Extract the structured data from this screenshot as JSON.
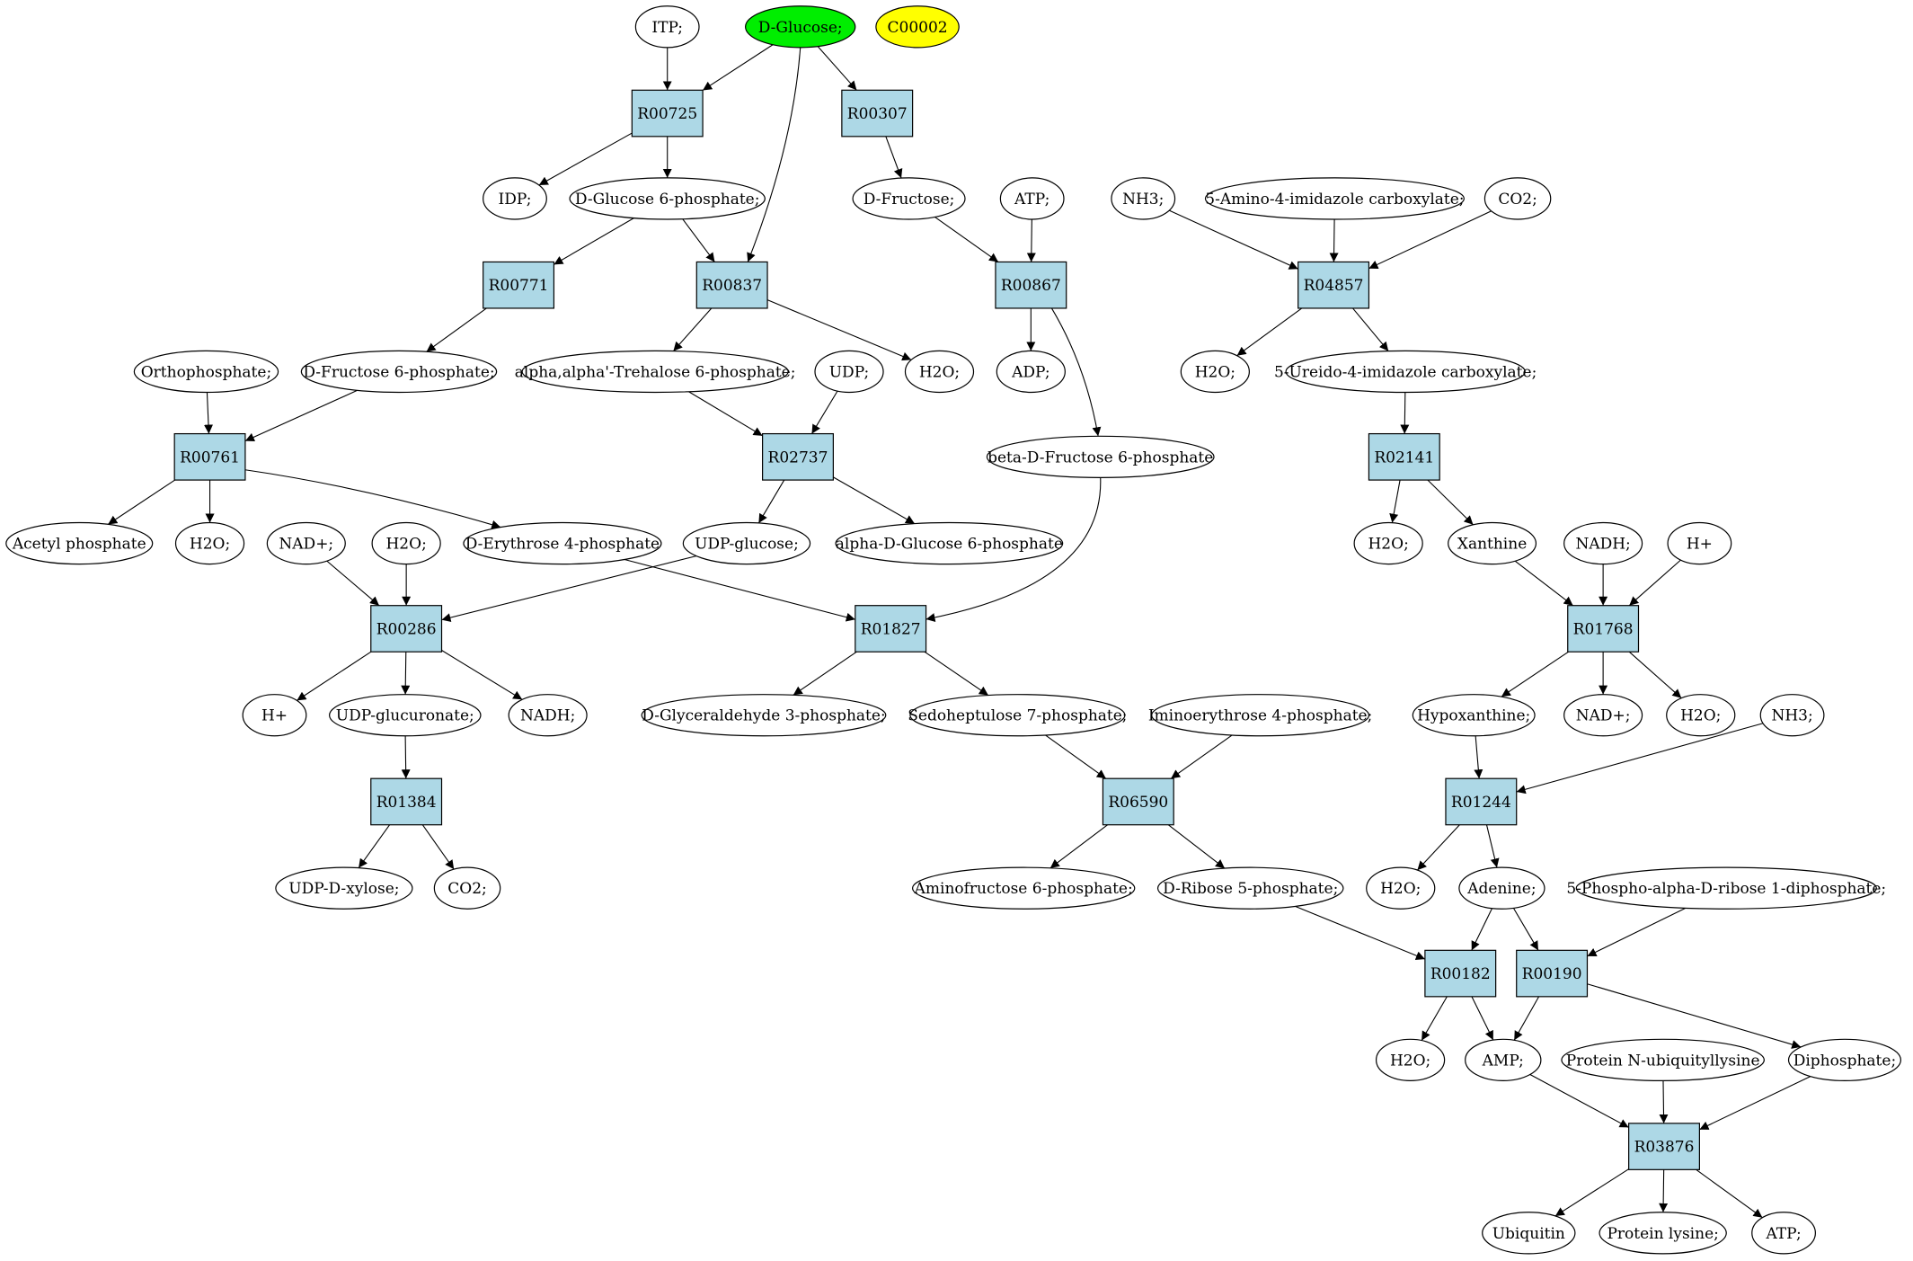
{
  "colors": {
    "reaction_fill": "#add8e6",
    "compound_fill": "#ffffff",
    "start_compound_fill": "#00ee00",
    "highlight_compound_fill": "#ffff00",
    "stroke": "#000000"
  },
  "nodes": [
    {
      "id": "c_itp",
      "label": "ITP;",
      "kind": "compound"
    },
    {
      "id": "c_dglucose",
      "label": "D-Glucose;",
      "kind": "compound",
      "fill": "#00ee00"
    },
    {
      "id": "c_c00002",
      "label": "C00002",
      "kind": "compound",
      "fill": "#ffff00"
    },
    {
      "id": "r_r00725",
      "label": "R00725",
      "kind": "reaction"
    },
    {
      "id": "r_r00307",
      "label": "R00307",
      "kind": "reaction"
    },
    {
      "id": "c_idp",
      "label": "IDP;",
      "kind": "compound"
    },
    {
      "id": "c_g6p",
      "label": "D-Glucose 6-phosphate;",
      "kind": "compound"
    },
    {
      "id": "c_dfructose",
      "label": "D-Fructose;",
      "kind": "compound"
    },
    {
      "id": "c_atp1",
      "label": "ATP;",
      "kind": "compound"
    },
    {
      "id": "c_nh3_1",
      "label": "NH3;",
      "kind": "compound"
    },
    {
      "id": "c_5aic",
      "label": "5-Amino-4-imidazole carboxylate;",
      "kind": "compound"
    },
    {
      "id": "c_co2_1",
      "label": "CO2;",
      "kind": "compound"
    },
    {
      "id": "r_r00771",
      "label": "R00771",
      "kind": "reaction"
    },
    {
      "id": "r_r00837",
      "label": "R00837",
      "kind": "reaction"
    },
    {
      "id": "r_r00867",
      "label": "R00867",
      "kind": "reaction"
    },
    {
      "id": "r_r04857",
      "label": "R04857",
      "kind": "reaction"
    },
    {
      "id": "c_orthophosphate",
      "label": "Orthophosphate;",
      "kind": "compound"
    },
    {
      "id": "c_f6p",
      "label": "D-Fructose 6-phosphate;",
      "kind": "compound"
    },
    {
      "id": "c_trehalose6p",
      "label": "alpha,alpha'-Trehalose 6-phosphate;",
      "kind": "compound"
    },
    {
      "id": "c_udp",
      "label": "UDP;",
      "kind": "compound"
    },
    {
      "id": "c_h2o_1",
      "label": "H2O;",
      "kind": "compound"
    },
    {
      "id": "c_adp",
      "label": "ADP;",
      "kind": "compound"
    },
    {
      "id": "c_h2o_2",
      "label": "H2O;",
      "kind": "compound"
    },
    {
      "id": "c_5uic",
      "label": "5-Ureido-4-imidazole carboxylate;",
      "kind": "compound"
    },
    {
      "id": "r_r00761",
      "label": "R00761",
      "kind": "reaction"
    },
    {
      "id": "r_r02737",
      "label": "R02737",
      "kind": "reaction"
    },
    {
      "id": "c_bdf6p",
      "label": "beta-D-Fructose 6-phosphate",
      "kind": "compound"
    },
    {
      "id": "r_r02141",
      "label": "R02141",
      "kind": "reaction"
    },
    {
      "id": "c_acetylp",
      "label": "Acetyl phosphate",
      "kind": "compound"
    },
    {
      "id": "c_h2o_3",
      "label": "H2O;",
      "kind": "compound"
    },
    {
      "id": "c_nadp",
      "label": "NAD+;",
      "kind": "compound"
    },
    {
      "id": "c_h2o_4",
      "label": "H2O;",
      "kind": "compound"
    },
    {
      "id": "c_e4p",
      "label": "D-Erythrose 4-phosphate",
      "kind": "compound"
    },
    {
      "id": "c_udpglucose",
      "label": "UDP-glucose;",
      "kind": "compound"
    },
    {
      "id": "c_ag6p",
      "label": "alpha-D-Glucose 6-phosphate",
      "kind": "compound"
    },
    {
      "id": "c_h2o_5",
      "label": "H2O;",
      "kind": "compound"
    },
    {
      "id": "c_xanthine",
      "label": "Xanthine",
      "kind": "compound"
    },
    {
      "id": "c_nadh_1",
      "label": "NADH;",
      "kind": "compound"
    },
    {
      "id": "c_hplus_1",
      "label": "H+",
      "kind": "compound"
    },
    {
      "id": "r_r00286",
      "label": "R00286",
      "kind": "reaction"
    },
    {
      "id": "r_r01827",
      "label": "R01827",
      "kind": "reaction"
    },
    {
      "id": "r_r01768",
      "label": "R01768",
      "kind": "reaction"
    },
    {
      "id": "c_hplus_2",
      "label": "H+",
      "kind": "compound"
    },
    {
      "id": "c_udpglucuronate",
      "label": "UDP-glucuronate;",
      "kind": "compound"
    },
    {
      "id": "c_nadh_2",
      "label": "NADH;",
      "kind": "compound"
    },
    {
      "id": "c_gap",
      "label": "D-Glyceraldehyde 3-phosphate;",
      "kind": "compound"
    },
    {
      "id": "c_s7p",
      "label": "Sedoheptulose 7-phosphate;",
      "kind": "compound"
    },
    {
      "id": "c_ie4p",
      "label": "Iminoerythrose 4-phosphate;",
      "kind": "compound"
    },
    {
      "id": "c_hypoxanthine",
      "label": "Hypoxanthine;",
      "kind": "compound"
    },
    {
      "id": "c_nadp_2",
      "label": "NAD+;",
      "kind": "compound"
    },
    {
      "id": "c_h2o_6",
      "label": "H2O;",
      "kind": "compound"
    },
    {
      "id": "c_nh3_2",
      "label": "NH3;",
      "kind": "compound"
    },
    {
      "id": "r_r01384",
      "label": "R01384",
      "kind": "reaction"
    },
    {
      "id": "r_r06590",
      "label": "R06590",
      "kind": "reaction"
    },
    {
      "id": "r_r01244",
      "label": "R01244",
      "kind": "reaction"
    },
    {
      "id": "c_udpxylose",
      "label": "UDP-D-xylose;",
      "kind": "compound"
    },
    {
      "id": "c_co2_2",
      "label": "CO2;",
      "kind": "compound"
    },
    {
      "id": "c_af6p",
      "label": "Aminofructose 6-phosphate;",
      "kind": "compound"
    },
    {
      "id": "c_r5p",
      "label": "D-Ribose 5-phosphate;",
      "kind": "compound"
    },
    {
      "id": "c_h2o_7",
      "label": "H2O;",
      "kind": "compound"
    },
    {
      "id": "c_adenine",
      "label": "Adenine;",
      "kind": "compound"
    },
    {
      "id": "c_prpp",
      "label": "5-Phospho-alpha-D-ribose 1-diphosphate;",
      "kind": "compound"
    },
    {
      "id": "r_r00182",
      "label": "R00182",
      "kind": "reaction"
    },
    {
      "id": "r_r00190",
      "label": "R00190",
      "kind": "reaction"
    },
    {
      "id": "c_h2o_8",
      "label": "H2O;",
      "kind": "compound"
    },
    {
      "id": "c_amp",
      "label": "AMP;",
      "kind": "compound"
    },
    {
      "id": "c_pnul",
      "label": "Protein N-ubiquityllysine",
      "kind": "compound"
    },
    {
      "id": "c_diphosphate",
      "label": "Diphosphate;",
      "kind": "compound"
    },
    {
      "id": "r_r03876",
      "label": "R03876",
      "kind": "reaction"
    },
    {
      "id": "c_ubiquitin",
      "label": "Ubiquitin",
      "kind": "compound"
    },
    {
      "id": "c_proteinlysine",
      "label": "Protein lysine;",
      "kind": "compound"
    },
    {
      "id": "c_atp2",
      "label": "ATP;",
      "kind": "compound"
    }
  ],
  "edges": [
    [
      "c_itp",
      "r_r00725"
    ],
    [
      "c_dglucose",
      "r_r00725"
    ],
    [
      "c_dglucose",
      "r_r00307"
    ],
    [
      "c_dglucose",
      "r_r00837"
    ],
    [
      "r_r00725",
      "c_idp"
    ],
    [
      "r_r00725",
      "c_g6p"
    ],
    [
      "r_r00307",
      "c_dfructose"
    ],
    [
      "c_g6p",
      "r_r00771"
    ],
    [
      "c_g6p",
      "r_r00837"
    ],
    [
      "c_dfructose",
      "r_r00867"
    ],
    [
      "c_atp1",
      "r_r00867"
    ],
    [
      "c_nh3_1",
      "r_r04857"
    ],
    [
      "c_5aic",
      "r_r04857"
    ],
    [
      "c_co2_1",
      "r_r04857"
    ],
    [
      "r_r00771",
      "c_f6p"
    ],
    [
      "r_r00837",
      "c_trehalose6p"
    ],
    [
      "r_r00837",
      "c_h2o_1"
    ],
    [
      "r_r00867",
      "c_adp"
    ],
    [
      "r_r00867",
      "c_bdf6p"
    ],
    [
      "r_r04857",
      "c_h2o_2"
    ],
    [
      "r_r04857",
      "c_5uic"
    ],
    [
      "c_orthophosphate",
      "r_r00761"
    ],
    [
      "c_f6p",
      "r_r00761"
    ],
    [
      "c_trehalose6p",
      "r_r02737"
    ],
    [
      "c_udp",
      "r_r02737"
    ],
    [
      "c_5uic",
      "r_r02141"
    ],
    [
      "r_r00761",
      "c_acetylp"
    ],
    [
      "r_r00761",
      "c_h2o_3"
    ],
    [
      "r_r00761",
      "c_e4p"
    ],
    [
      "r_r02737",
      "c_udpglucose"
    ],
    [
      "r_r02737",
      "c_ag6p"
    ],
    [
      "r_r02141",
      "c_h2o_5"
    ],
    [
      "r_r02141",
      "c_xanthine"
    ],
    [
      "c_nadp",
      "r_r00286"
    ],
    [
      "c_h2o_4",
      "r_r00286"
    ],
    [
      "c_udpglucose",
      "r_r00286"
    ],
    [
      "c_e4p",
      "r_r01827"
    ],
    [
      "c_bdf6p",
      "r_r01827"
    ],
    [
      "c_xanthine",
      "r_r01768"
    ],
    [
      "c_nadh_1",
      "r_r01768"
    ],
    [
      "c_hplus_1",
      "r_r01768"
    ],
    [
      "r_r00286",
      "c_hplus_2"
    ],
    [
      "r_r00286",
      "c_udpglucuronate"
    ],
    [
      "r_r00286",
      "c_nadh_2"
    ],
    [
      "r_r01827",
      "c_gap"
    ],
    [
      "r_r01827",
      "c_s7p"
    ],
    [
      "r_r01768",
      "c_hypoxanthine"
    ],
    [
      "r_r01768",
      "c_nadp_2"
    ],
    [
      "r_r01768",
      "c_h2o_6"
    ],
    [
      "c_udpglucuronate",
      "r_r01384"
    ],
    [
      "c_s7p",
      "r_r06590"
    ],
    [
      "c_ie4p",
      "r_r06590"
    ],
    [
      "c_hypoxanthine",
      "r_r01244"
    ],
    [
      "c_nh3_2",
      "r_r01244"
    ],
    [
      "r_r01384",
      "c_udpxylose"
    ],
    [
      "r_r01384",
      "c_co2_2"
    ],
    [
      "r_r06590",
      "c_af6p"
    ],
    [
      "r_r06590",
      "c_r5p"
    ],
    [
      "r_r01244",
      "c_h2o_7"
    ],
    [
      "r_r01244",
      "c_adenine"
    ],
    [
      "c_r5p",
      "r_r00182"
    ],
    [
      "c_adenine",
      "r_r00182"
    ],
    [
      "c_adenine",
      "r_r00190"
    ],
    [
      "c_prpp",
      "r_r00190"
    ],
    [
      "r_r00182",
      "c_h2o_8"
    ],
    [
      "r_r00182",
      "c_amp"
    ],
    [
      "r_r00190",
      "c_amp"
    ],
    [
      "r_r00190",
      "c_diphosphate"
    ],
    [
      "c_amp",
      "r_r03876"
    ],
    [
      "c_pnul",
      "r_r03876"
    ],
    [
      "c_diphosphate",
      "r_r03876"
    ],
    [
      "r_r03876",
      "c_ubiquitin"
    ],
    [
      "r_r03876",
      "c_proteinlysine"
    ],
    [
      "r_r03876",
      "c_atp2"
    ]
  ]
}
